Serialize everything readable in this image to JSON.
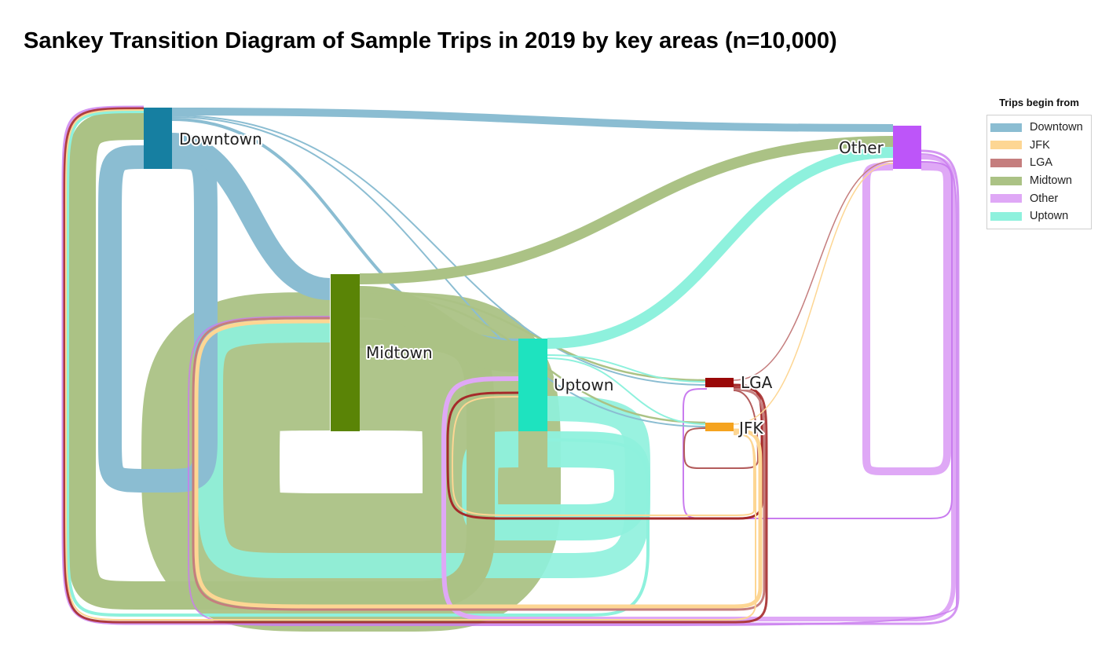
{
  "title": "Sankey Transition Diagram of Sample Trips in 2019 by key areas (n=10,000)",
  "legend": {
    "title": "Trips begin from",
    "items": [
      {
        "label": "Downtown",
        "color": "#8bbdd2"
      },
      {
        "label": "JFK",
        "color": "#fdd693"
      },
      {
        "label": "LGA",
        "color": "#c57e7e"
      },
      {
        "label": "Midtown",
        "color": "#abc285"
      },
      {
        "label": "Other",
        "color": "#dfa8f6"
      },
      {
        "label": "Uptown",
        "color": "#8ef1dd"
      }
    ]
  },
  "nodes": [
    {
      "id": "downtown",
      "label": "Downtown",
      "color": "#167fa1"
    },
    {
      "id": "midtown",
      "label": "Midtown",
      "color": "#5a8406"
    },
    {
      "id": "uptown",
      "label": "Uptown",
      "color": "#1ee3bf"
    },
    {
      "id": "lga",
      "label": "LGA",
      "color": "#9a0808"
    },
    {
      "id": "jfk",
      "label": "JFK",
      "color": "#f5a31f"
    },
    {
      "id": "other",
      "label": "Other",
      "color": "#bd55f9"
    }
  ],
  "node_value_range": {
    "min": 0,
    "max": 10000
  }
}
